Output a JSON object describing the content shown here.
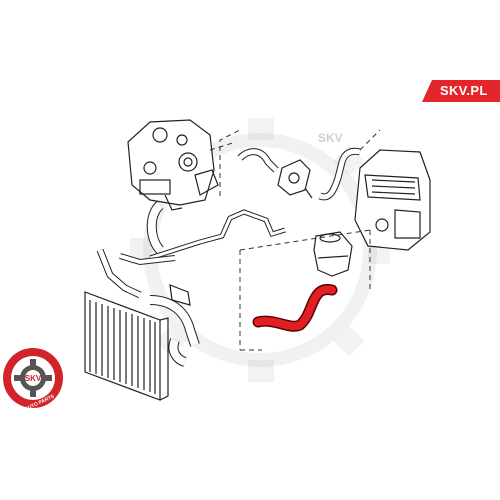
{
  "brand": {
    "tag_text": "SKV.PL",
    "tag_color": "#e3262b"
  },
  "logo": {
    "text_top": "SKV",
    "text_bottom": "AUTO PARTS",
    "ring_color": "#d0232a"
  },
  "watermark": {
    "text": "SKV"
  },
  "diagram": {
    "highlight_color": "#e41e25",
    "line_color": "#222222",
    "highlighted_part": "radiator-hose"
  }
}
